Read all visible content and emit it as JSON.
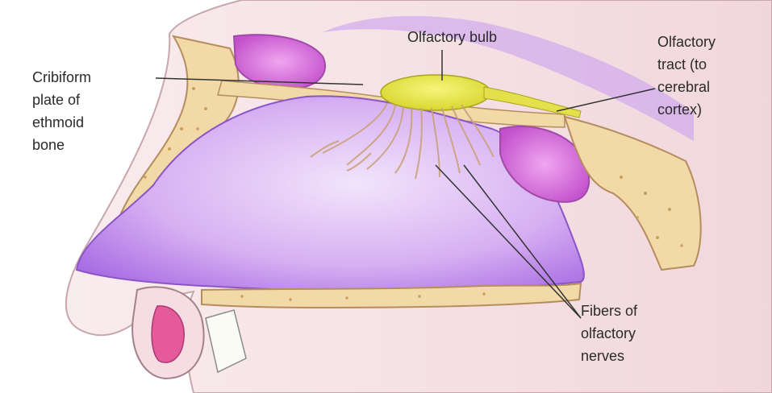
{
  "diagram": {
    "colors": {
      "cavity": "#b47be8",
      "cavity_light": "#e6ccf6",
      "bone": "#f1d9a8",
      "bone_speck": "#c8a060",
      "bulb": "#e9e84a",
      "skin": "#f6e3e6",
      "outline": "#8b6e86",
      "sinus": "#d35fd6",
      "nerve": "#c9a27a"
    },
    "labels": {
      "cribriform": [
        "Cribiform",
        "plate of",
        "ethmoid",
        "bone"
      ],
      "bulb": "Olfactory bulb",
      "tract": [
        "Olfactory",
        "tract (to",
        "cerebral",
        "cortex)"
      ],
      "fibers": [
        "Fibers of",
        "olfactory",
        "nerves"
      ]
    }
  }
}
